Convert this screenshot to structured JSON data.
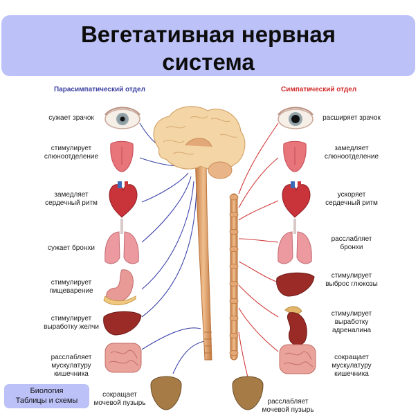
{
  "title": {
    "line1": "Вегетативная нервная",
    "line2": "система"
  },
  "parasympathetic": {
    "header": "Парасимпатический отдел",
    "labels": [
      {
        "lines": [
          "сужает зрачок"
        ]
      },
      {
        "lines": [
          "стимулирует",
          "слюноотделение"
        ]
      },
      {
        "lines": [
          "замедляет",
          "сердечный ритм"
        ]
      },
      {
        "lines": [
          "сужает бронхи"
        ]
      },
      {
        "lines": [
          "стимулирует",
          "пищеварение"
        ]
      },
      {
        "lines": [
          "стимулирует",
          "выработку желчи"
        ]
      },
      {
        "lines": [
          "расслабляет",
          "мускулатуру",
          "кишечника"
        ]
      },
      {
        "lines": [
          "сокращает",
          "мочевой пузырь"
        ]
      }
    ]
  },
  "sympathetic": {
    "header": "Симпатический отдел",
    "labels": [
      {
        "lines": [
          "расширяет зрачок"
        ]
      },
      {
        "lines": [
          "замедляет",
          "слюноотделение"
        ]
      },
      {
        "lines": [
          "ускоряет",
          "сердечный ритм"
        ]
      },
      {
        "lines": [
          "расслабляет",
          "бронхи"
        ]
      },
      {
        "lines": [
          "стимулирует",
          "выброс глюкозы"
        ]
      },
      {
        "lines": [
          "стимулирует",
          "выработку",
          "адреналина"
        ]
      },
      {
        "lines": [
          "сокращает",
          "мускулатуру",
          "кишечника"
        ]
      },
      {
        "lines": [
          "расслабляет",
          "мочевой пузырь"
        ]
      }
    ]
  },
  "badge": {
    "line1": "Биология",
    "line2": "Таблицы и схемы"
  },
  "colors": {
    "parasympathetic": "#3a3fa0",
    "sympathetic": "#d12a2a",
    "banner": "#bcc1f7",
    "nerve": "#d79a66"
  }
}
